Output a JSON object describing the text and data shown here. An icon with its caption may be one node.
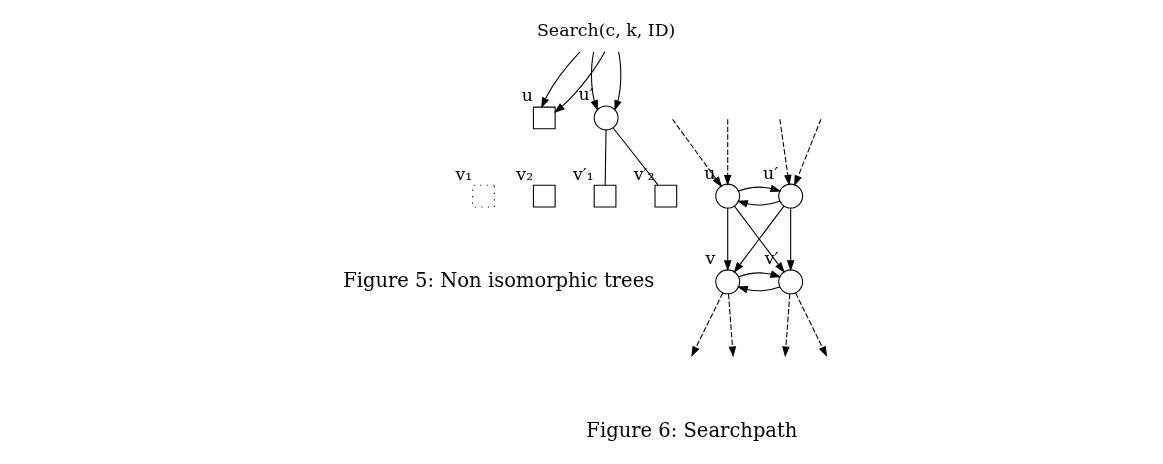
{
  "diagram": {
    "nodes": [
      {
        "text": [
          "Search(c, k, ID)"
        ]
      },
      {
        "text": [],
        "shape": "box",
        "beside": [
          "u"
        ]
      },
      {
        "text": [],
        "shape": "box",
        "beside": [
          "v₁"
        ]
      },
      {
        "text": [],
        "shape": "box",
        "beside": [
          "v₂"
        ]
      },
      {
        "text": [],
        "shape": "circle",
        "beside": [
          "u′"
        ]
      },
      {
        "text": [],
        "shape": "box",
        "beside": [
          "v′₁"
        ]
      },
      {
        "text": [],
        "shape": "box",
        "beside": [
          "v′₂"
        ]
      },
      {
        "text": [],
        "shape": "circle",
        "beside": [
          "u"
        ]
      },
      {
        "text": [],
        "shape": "circle",
        "beside": [
          "u′"
        ]
      },
      {
        "text": [],
        "shape": "circle",
        "beside": [
          "v"
        ]
      },
      {
        "text": [],
        "shape": "circle",
        "beside": [
          "v′"
        ]
      }
    ],
    "edges": [
      {
        "from": 0,
        "to": 1,
        "arrow": "to"
      },
      {
        "from": 0,
        "to": 1,
        "arrow": "to"
      },
      {
        "from": 0,
        "to": 4,
        "arrow": "to"
      },
      {
        "from": 0,
        "to": 4,
        "arrow": "to"
      },
      {
        "from": 4,
        "to": 5,
        "arrow": "none"
      },
      {
        "from": 4,
        "to": 6,
        "arrow": "none"
      },
      {
        "from": null,
        "to": 7,
        "arrow": "to",
        "style": "dashed"
      },
      {
        "from": null,
        "to": 7,
        "arrow": "to",
        "style": "dashed"
      },
      {
        "from": null,
        "to": 8,
        "arrow": "to",
        "style": "dashed"
      },
      {
        "from": null,
        "to": 8,
        "arrow": "to",
        "style": "dashed"
      },
      {
        "from": 8,
        "to": 7,
        "arrow": "to"
      },
      {
        "from": 7,
        "to": 8,
        "arrow": "to"
      },
      {
        "from": 7,
        "to": 9,
        "arrow": "to"
      },
      {
        "from": 7,
        "to": 10,
        "arrow": "to"
      },
      {
        "from": 8,
        "to": 9,
        "arrow": "to"
      },
      {
        "from": 8,
        "to": 10,
        "arrow": "to"
      },
      {
        "from": 10,
        "to": 9,
        "arrow": "to"
      },
      {
        "from": 9,
        "to": 10,
        "arrow": "to"
      },
      {
        "from": 9,
        "to": null,
        "arrow": "to",
        "style": "dashed"
      },
      {
        "from": 9,
        "to": null,
        "arrow": "to",
        "style": "dashed"
      },
      {
        "from": 10,
        "to": null,
        "arrow": "to",
        "style": "dashed"
      },
      {
        "from": 10,
        "to": null,
        "arrow": "to",
        "style": "dashed"
      }
    ],
    "labels": [
      "Figure 5: Non isomorphic trees",
      "Figure 6: Searchpath"
    ]
  }
}
